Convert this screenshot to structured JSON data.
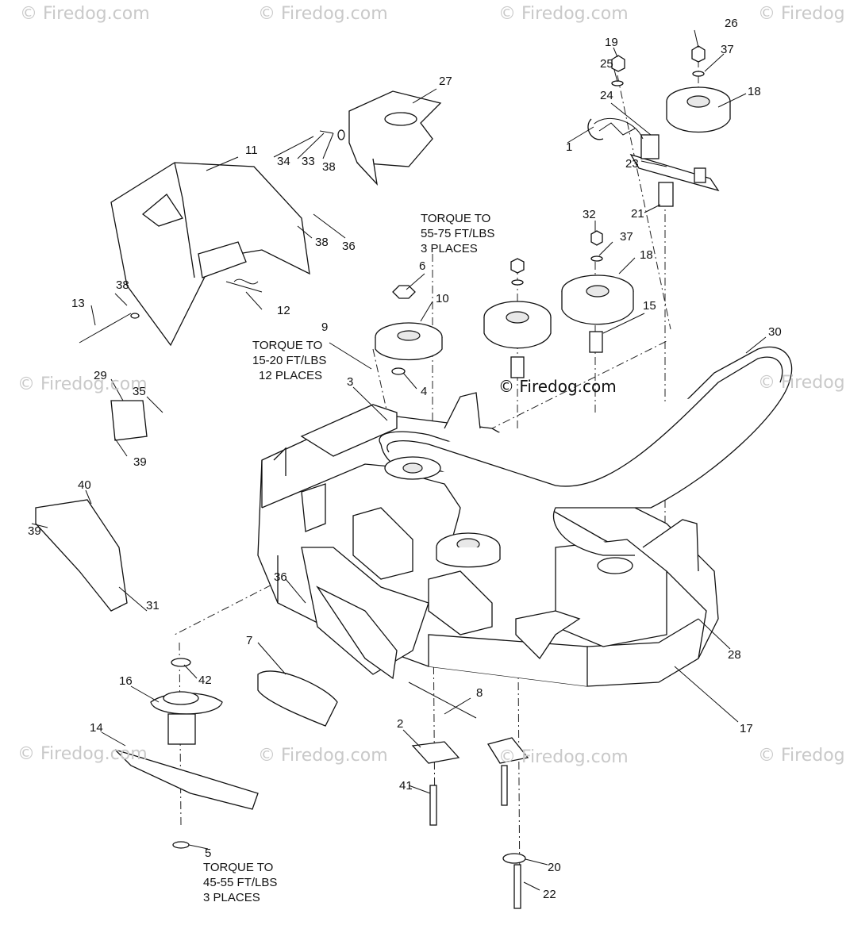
{
  "watermark": "© Firedog.com",
  "center_watermark": "© Firedog.com",
  "notes": {
    "torque_55_75": [
      "TORQUE TO",
      "55-75 FT/LBS",
      "3 PLACES"
    ],
    "torque_15_20": [
      "TORQUE TO",
      "15-20 FT/LBS",
      "12 PLACES"
    ],
    "torque_45_55": [
      "TORQUE TO",
      "45-55 FT/LBS",
      "3 PLACES"
    ]
  },
  "callouts": {
    "c26": "26",
    "c19": "19",
    "c37a": "37",
    "c25": "25",
    "c18a": "18",
    "c24": "24",
    "c27": "27",
    "c1": "1",
    "c23": "23",
    "c21": "21",
    "c11": "11",
    "c34": "34",
    "c33": "33",
    "c38a": "38",
    "c38b": "38",
    "c36a": "36",
    "c32": "32",
    "c37b": "37",
    "c18b": "18",
    "c6": "6",
    "c10": "10",
    "c15": "15",
    "c12": "12",
    "c38c": "38",
    "c13": "13",
    "c9": "9",
    "c30": "30",
    "c3": "3",
    "c4": "4",
    "c29": "29",
    "c35": "35",
    "c39a": "39",
    "c40": "40",
    "c39b": "39",
    "c31": "31",
    "c36b": "36",
    "c28": "28",
    "c7": "7",
    "c42": "42",
    "c16": "16",
    "c8": "8",
    "c17": "17",
    "c14": "14",
    "c2": "2",
    "c41": "41",
    "c5": "5",
    "c20": "20",
    "c22": "22"
  }
}
